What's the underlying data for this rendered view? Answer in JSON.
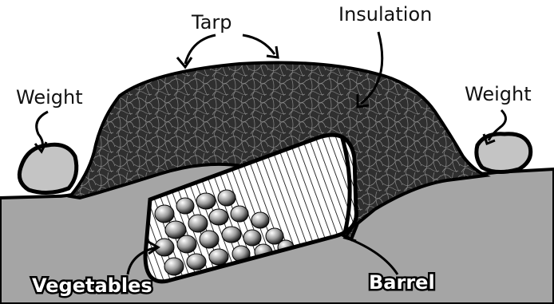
{
  "labels": {
    "tarp": "Tarp",
    "insulation": "Insulation",
    "weight_left": "Weight",
    "weight_right": "Weight",
    "vegetables": "Vegetables",
    "barrel": "Barrel"
  },
  "colors": {
    "ground": "#a5a5a5",
    "outline": "#000000",
    "background": "#ffffff",
    "rock": "#c4c4c4",
    "insulation_fill": "#2a2a2a"
  }
}
